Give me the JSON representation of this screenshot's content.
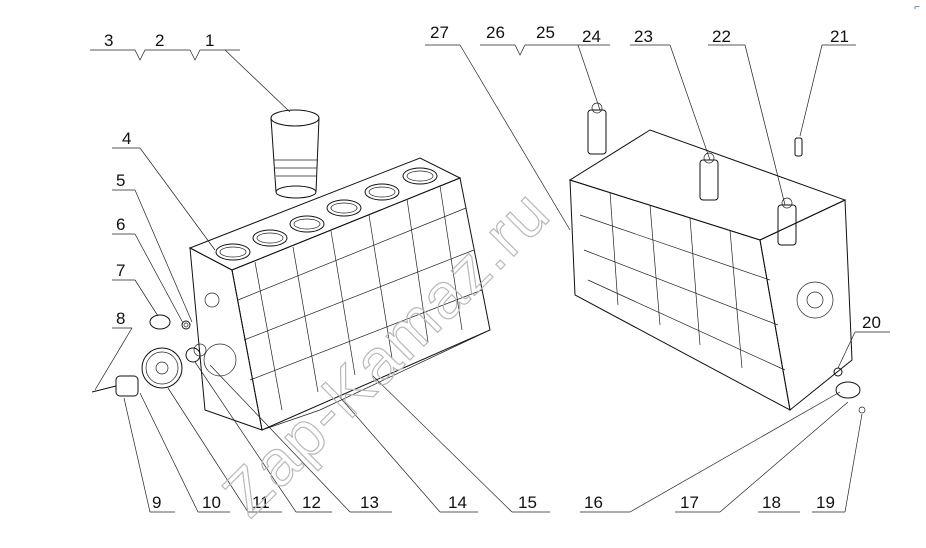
{
  "watermark": "Zap-Kamaz.ru",
  "corner_mark": "⌐",
  "labels": [
    {
      "id": "1",
      "text": "1"
    },
    {
      "id": "2",
      "text": "2"
    },
    {
      "id": "3",
      "text": "3"
    },
    {
      "id": "4",
      "text": "4"
    },
    {
      "id": "5",
      "text": "5"
    },
    {
      "id": "6",
      "text": "6"
    },
    {
      "id": "7",
      "text": "7"
    },
    {
      "id": "8",
      "text": "8"
    },
    {
      "id": "9",
      "text": "9"
    },
    {
      "id": "10",
      "text": "10"
    },
    {
      "id": "11",
      "text": "11"
    },
    {
      "id": "12",
      "text": "12"
    },
    {
      "id": "13",
      "text": "13"
    },
    {
      "id": "14",
      "text": "14"
    },
    {
      "id": "15",
      "text": "15"
    },
    {
      "id": "16",
      "text": "16"
    },
    {
      "id": "17",
      "text": "17"
    },
    {
      "id": "18",
      "text": "18"
    },
    {
      "id": "19",
      "text": "19"
    },
    {
      "id": "20",
      "text": "20"
    },
    {
      "id": "21",
      "text": "21"
    },
    {
      "id": "22",
      "text": "22"
    },
    {
      "id": "23",
      "text": "23"
    },
    {
      "id": "24",
      "text": "24"
    },
    {
      "id": "25",
      "text": "25"
    },
    {
      "id": "26",
      "text": "26"
    },
    {
      "id": "27",
      "text": "27"
    }
  ]
}
